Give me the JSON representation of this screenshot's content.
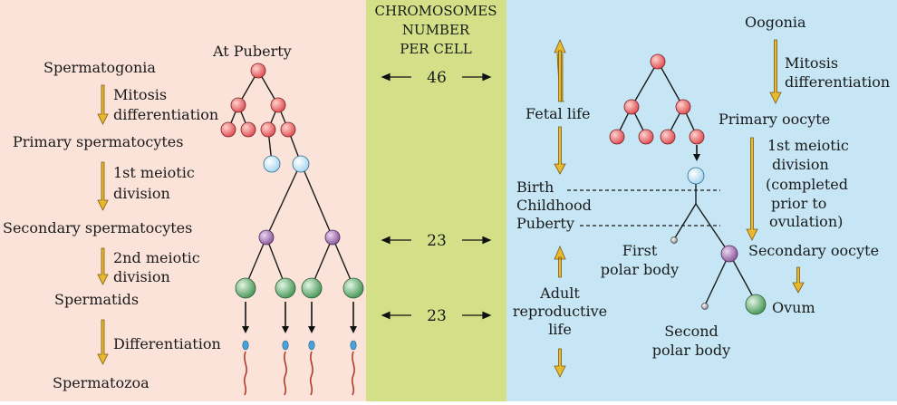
{
  "colors": {
    "left_panel": "#fbe3da",
    "middle_panel": "#d3e088",
    "right_panel": "#c6e6f5",
    "arrow_yellow": "#e8b82e",
    "cell_red": "#e8666a",
    "cell_blue": "#cde9f7",
    "cell_purple": "#a882b6",
    "cell_green": "#7fb98a",
    "sperm_head": "#4aa3d8",
    "sperm_tail": "#b23a2a"
  },
  "left": {
    "puberty_label": "At Puberty",
    "stage_spermatogonia": "Spermatogonia",
    "step_mitosis_line1": "Mitosis",
    "step_mitosis_line2": "differentiation",
    "stage_primary": "Primary spermatocytes",
    "step_meiosis1_line1": "1st meiotic",
    "step_meiosis1_line2": "division",
    "stage_secondary": "Secondary spermatocytes",
    "step_meiosis2_line1": "2nd meiotic",
    "step_meiosis2_line2": "division",
    "stage_spermatids": "Spermatids",
    "step_differentiation": "Differentiation",
    "stage_spermatozoa": "Spermatozoa"
  },
  "middle": {
    "header_line1": "CHROMOSOMES",
    "header_line2": "NUMBER",
    "header_line3": "PER CELL",
    "count_1": "46",
    "count_2": "23",
    "count_3": "23"
  },
  "right": {
    "stage_oogonia": "Oogonia",
    "step_mitosis_line1": "Mitosis",
    "step_mitosis_line2": "differentiation",
    "stage_primary": "Primary oocyte",
    "step_meiosis_line1": "1st meiotic",
    "step_meiosis_line2": "division",
    "step_meiosis_line3": "(completed",
    "step_meiosis_line4": "prior to",
    "step_meiosis_line5": "ovulation)",
    "stage_secondary": "Secondary oocyte",
    "stage_ovum": "Ovum",
    "first_polar_line1": "First",
    "first_polar_line2": "polar body",
    "second_polar_line1": "Second",
    "second_polar_line2": "polar body",
    "fetal_life": "Fetal life",
    "birth": "Birth",
    "childhood": "Childhood",
    "puberty": "Puberty",
    "adult_line1": "Adult",
    "adult_line2": "reproductive",
    "adult_line3": "life"
  }
}
